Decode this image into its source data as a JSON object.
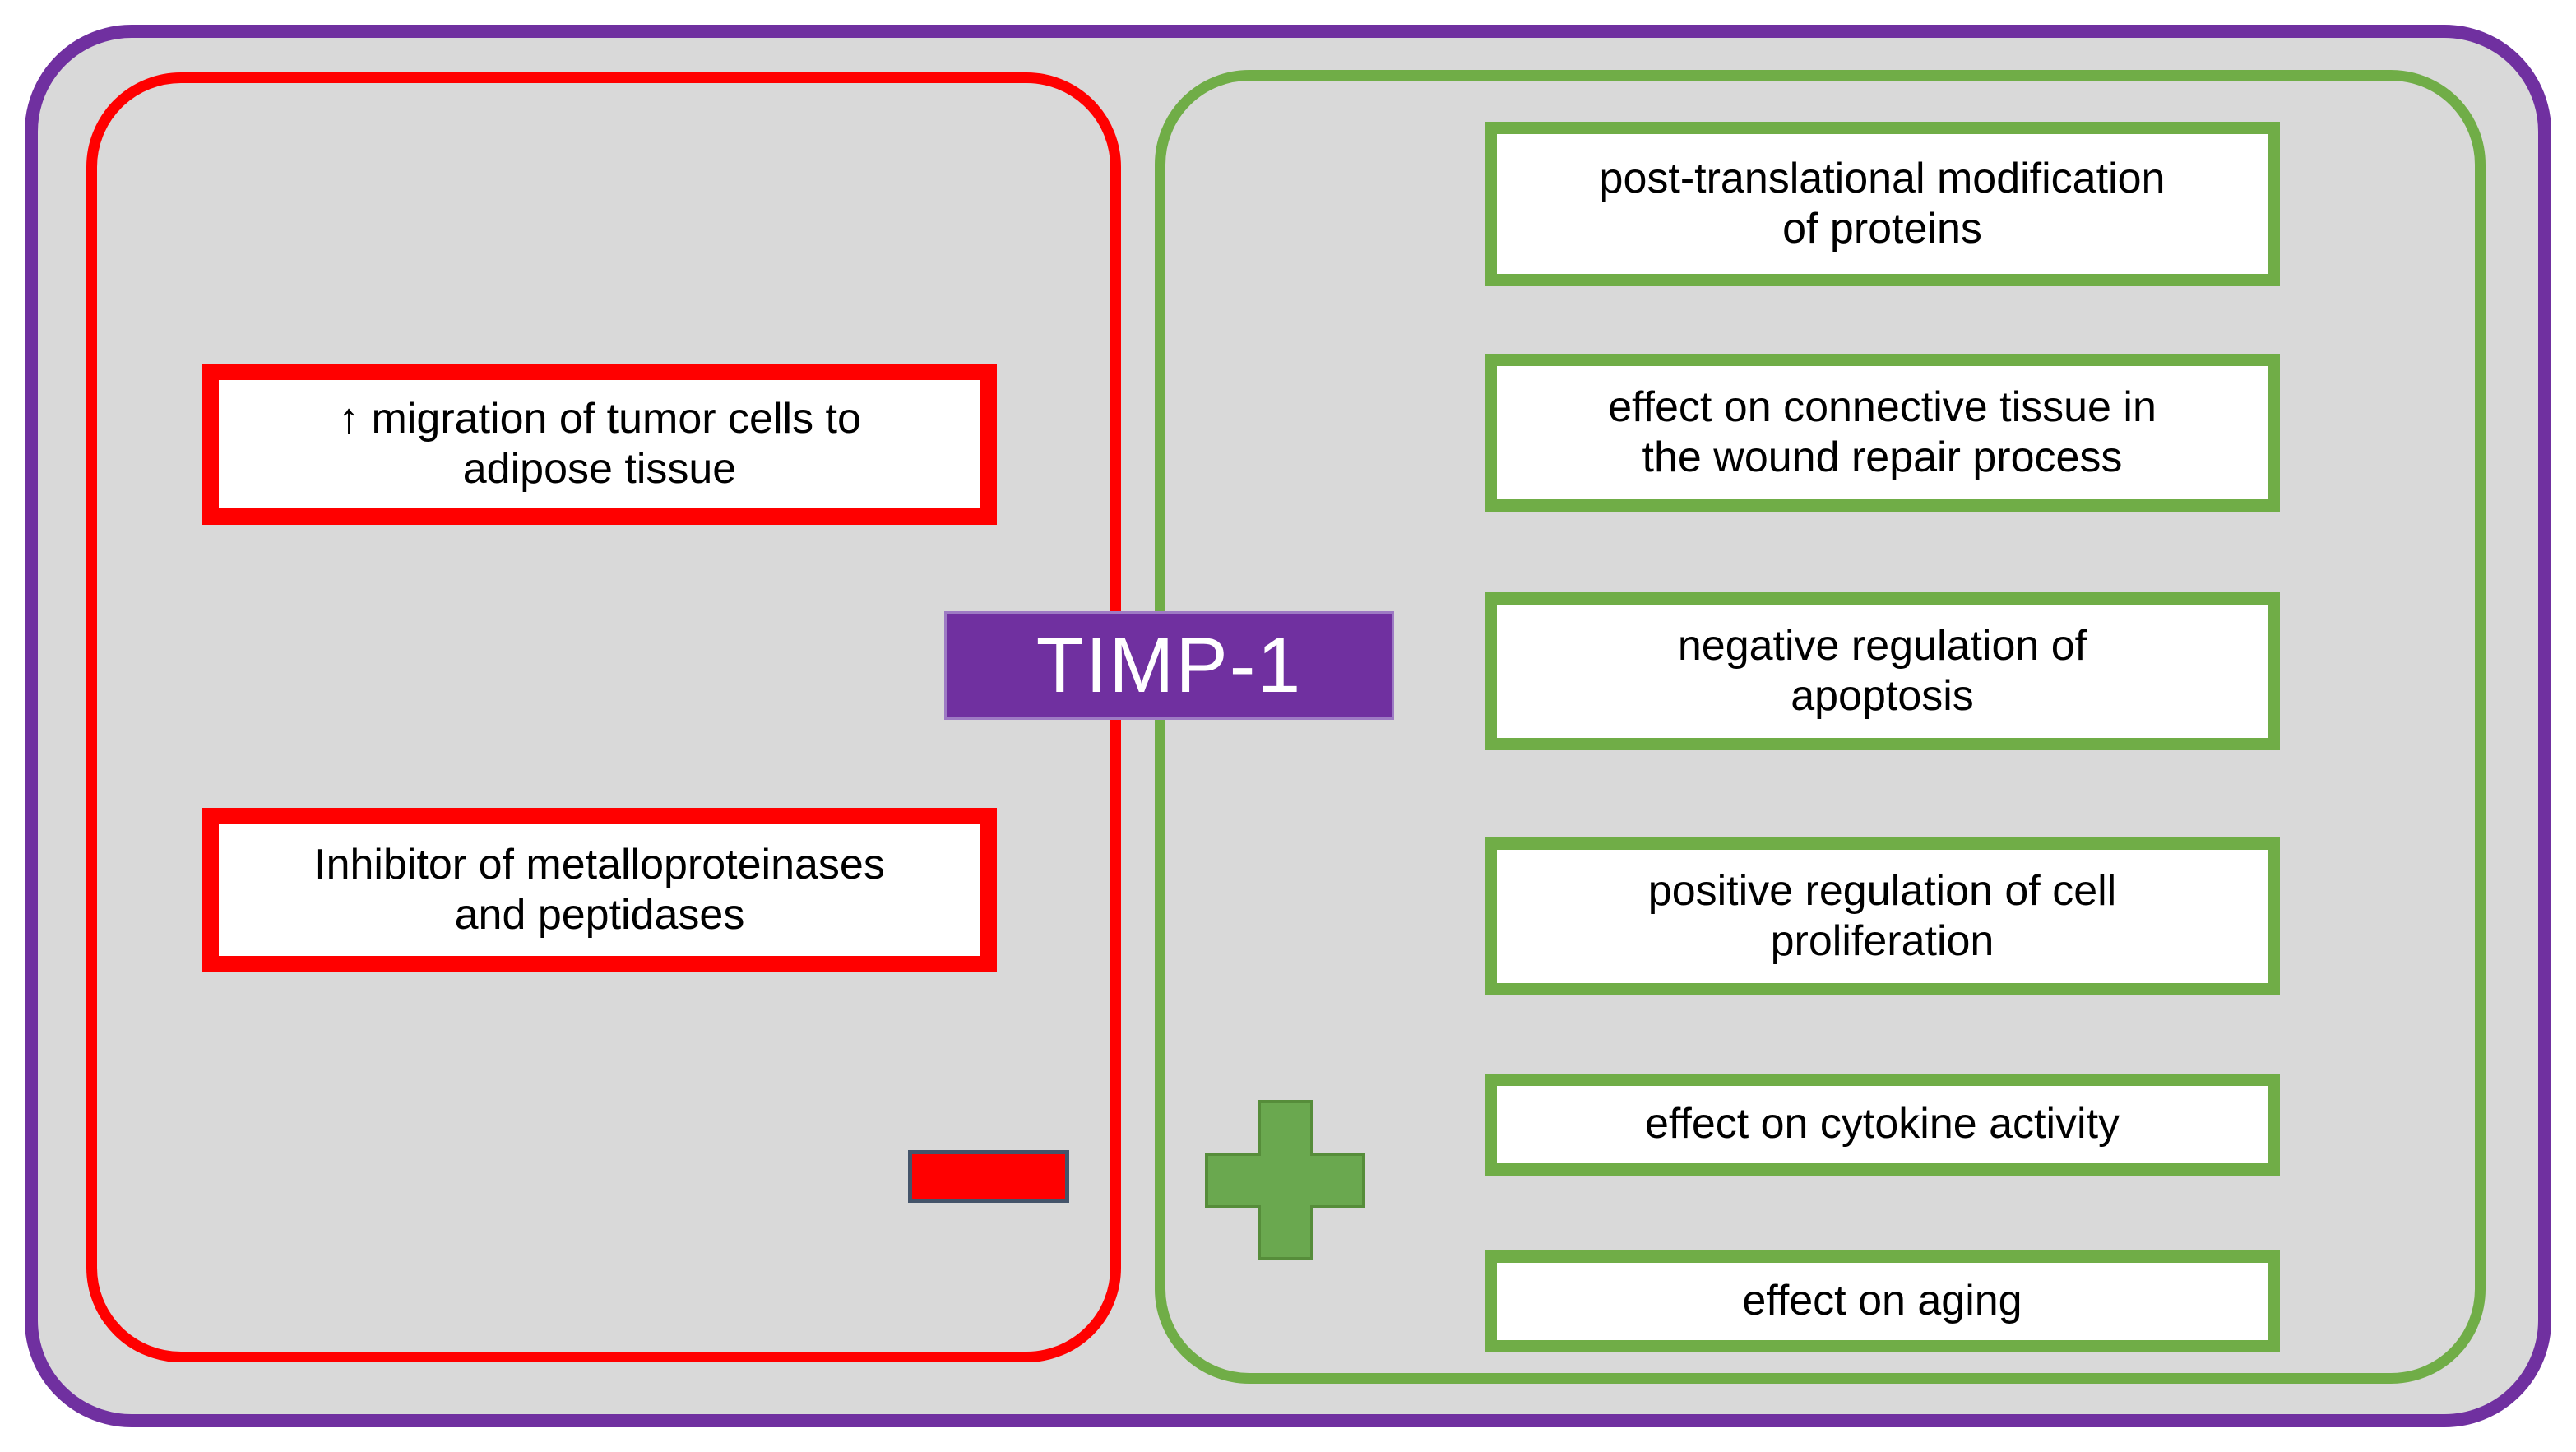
{
  "center": {
    "label": "TIMP-1"
  },
  "negative_panel": {
    "sign": "minus",
    "items": [
      "↑ migration of tumor cells to\nadipose tissue",
      "Inhibitor of metalloproteinases\nand peptidases"
    ]
  },
  "positive_panel": {
    "sign": "plus",
    "items": [
      "post-translational modification\nof proteins",
      "effect on connective tissue in\nthe wound repair process",
      "negative regulation of\napoptosis",
      "positive regulation of cell\nproliferation",
      "effect on cytokine activity",
      "effect on aging"
    ]
  },
  "colors": {
    "outer_border": "#7030a0",
    "panel_background": "#d9d9d9",
    "negative_accent": "#ff0000",
    "positive_accent": "#70ad47",
    "center_fill": "#7030a0",
    "minus_outline": "#44546a",
    "plus_fill": "#6aa84f",
    "plus_outline": "#568d3a"
  }
}
